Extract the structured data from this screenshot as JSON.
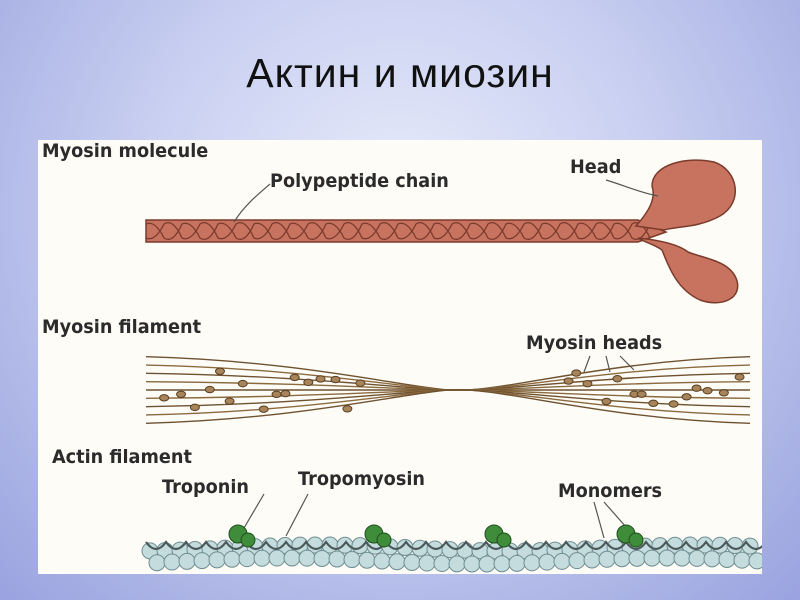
{
  "slide": {
    "title": "Актин и миозин"
  },
  "labels": {
    "myosin_molecule": "Myosin molecule",
    "polypeptide_chain": "Polypeptide chain",
    "head": "Head",
    "myosin_filament": "Myosin filament",
    "myosin_heads": "Myosin heads",
    "actin_filament": "Actin filament",
    "troponin": "Troponin",
    "tropomyosin": "Tropomyosin",
    "monomers": "Monomers"
  },
  "colors": {
    "myosin": "#c8735f",
    "myosin_outline": "#7a3b2c",
    "filament": "#8b6a3e",
    "actin_bead": "#c4dcde",
    "troponin": "#3f8c3a"
  }
}
